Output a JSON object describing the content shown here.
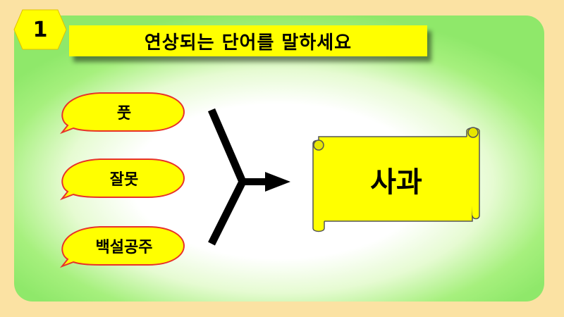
{
  "question_number": "1",
  "title": "연상되는 단어를 말하세요",
  "hints": [
    "풋",
    "잘못",
    "백설공주"
  ],
  "answer": "사과",
  "colors": {
    "background": "#fbe2a3",
    "panel_edge": "#8fe86a",
    "highlight": "#ffff00",
    "bubble_border": "#e8312a"
  }
}
